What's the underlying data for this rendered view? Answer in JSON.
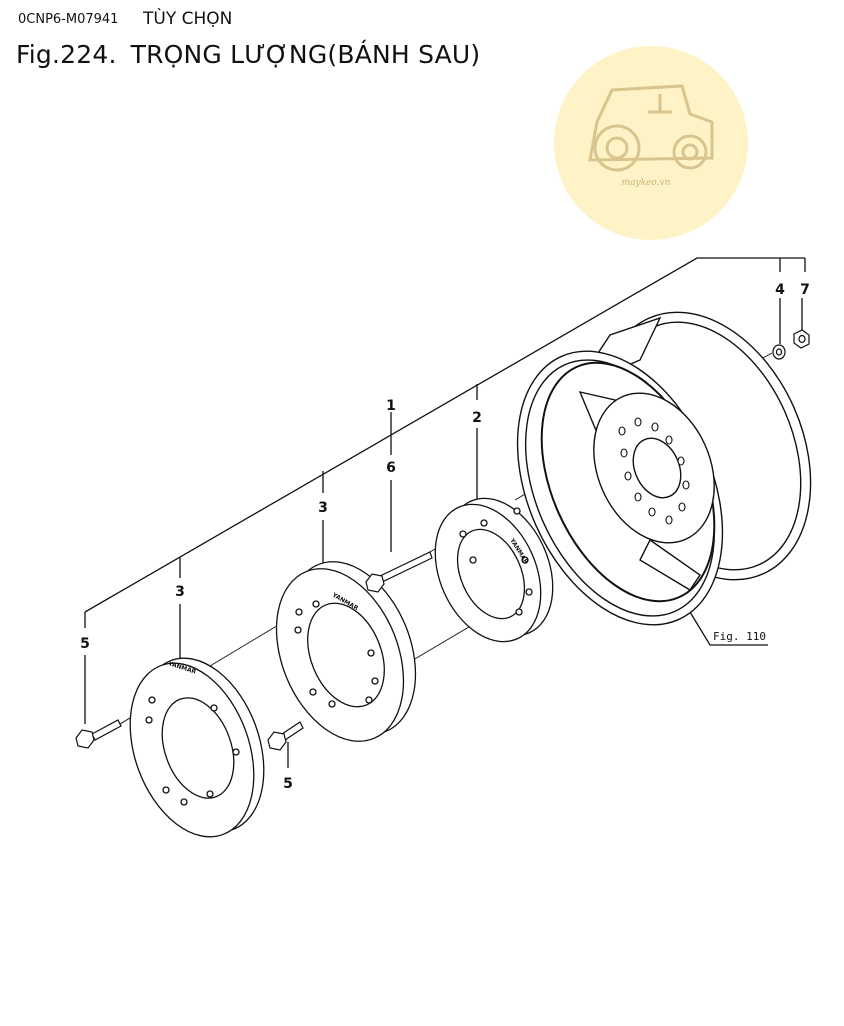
{
  "header": {
    "code": "0CNP6-M07941",
    "option": "TÙY CHỌN",
    "fig_number": "Fig.224.",
    "fig_title": "TRỌNG LƯỢNG(BÁNH SAU)"
  },
  "watermark": {
    "text": "maykeo.vn",
    "color": "#fdf3c6",
    "icon": "tractor-icon"
  },
  "callouts": {
    "top_4": "4",
    "top_7": "7",
    "c1": "1",
    "c6": "6",
    "c2": "2",
    "c3_mid": "3",
    "c3_left": "3",
    "c5_left": "5",
    "c5_bottom": "5"
  },
  "figure_ref": "Fig. 110",
  "stamp_logo": "YANMAR"
}
